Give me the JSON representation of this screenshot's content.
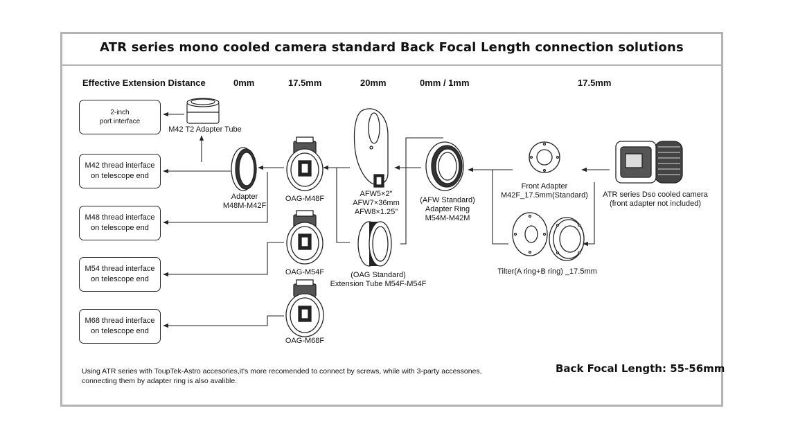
{
  "title": "ATR series mono cooled camera standard Back Focal Length connection solutions",
  "header": {
    "label": "Effective Extension Distance",
    "columns": [
      "0mm",
      "17.5mm",
      "20mm",
      "0mm / 1mm",
      "17.5mm"
    ]
  },
  "interfaces": {
    "port": [
      "2-inch",
      "port interface"
    ],
    "m42": [
      "M42 thread interface",
      "on telescope end"
    ],
    "m48": [
      "M48 thread interface",
      "on telescope end"
    ],
    "m54": [
      "M54 thread interface",
      "on telescope end"
    ],
    "m68": [
      "M68 thread interface",
      "on telescope end"
    ]
  },
  "parts": {
    "t2_tube": "M42 T2 Adapter Tube",
    "adapter_m48m_m42f": [
      "Adapter",
      "M48M-M42F"
    ],
    "oag_m48f": "OAG-M48F",
    "oag_m54f": "OAG-M54F",
    "oag_m68f": "OAG-M68F",
    "afw": [
      "AFW5×2\"",
      "AFW7×36mm",
      "AFW8×1.25\""
    ],
    "oag_ext_tube": [
      "(OAG Standard)",
      "Extension Tube M54F-M54F"
    ],
    "afw_adapter": [
      "(AFW Standard)",
      "Adapter Ring",
      "M54M-M42M"
    ],
    "front_adapter": [
      "Front Adapter",
      "M42F_17.5mm(Standard)"
    ],
    "camera": [
      "ATR series Dso cooled camera",
      "(front adapter not included)"
    ],
    "tilter": "Tilter(A ring+B ring)  _17.5mm"
  },
  "footer": {
    "note_line1": "Using ATR series with ToupTek-Astro accesories,it's more recomended to connect by screws, while with 3-party accessones,",
    "note_line2": "connecting them by adapter ring is also avalible.",
    "bfl_label": "Back Focal Length:",
    "bfl_value": "55-56mm"
  }
}
